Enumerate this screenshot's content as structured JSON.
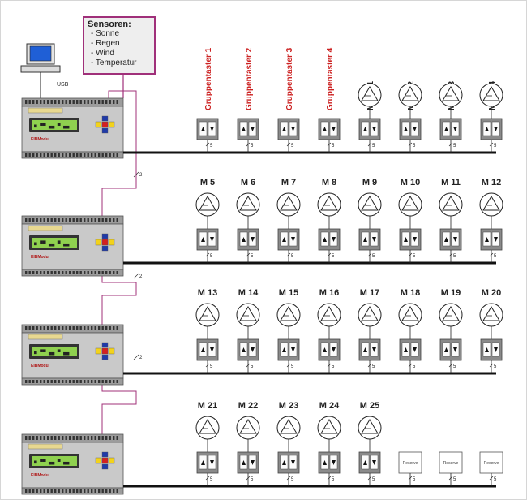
{
  "sensors": {
    "title": "Sensoren:",
    "items": [
      "- Sonne",
      "- Regen",
      "- Wind",
      "- Temperatur"
    ]
  },
  "usb_label": "USB",
  "bus_cable_label": "2",
  "motor_cable_label": "5",
  "controller_display_text": "■ ▀▀ ▄▄ ▀ ▄▄",
  "controller_brand": "EIBModul",
  "rows": [
    {
      "labels": [
        "Gruppentaster 1",
        "Gruppentaster 2",
        "Gruppentaster 3",
        "Gruppentaster 4",
        "Motor 1",
        "Motor 2",
        "Motor 3",
        "Motor 4"
      ],
      "vertical": [
        true,
        true,
        true,
        true,
        true,
        true,
        true,
        true
      ],
      "red": [
        true,
        true,
        true,
        true,
        false,
        false,
        false,
        false
      ],
      "motor": [
        false,
        false,
        false,
        false,
        true,
        true,
        true,
        true
      ],
      "reserve": [
        false,
        false,
        false,
        false,
        false,
        false,
        false,
        false
      ]
    },
    {
      "labels": [
        "M 5",
        "M 6",
        "M 7",
        "M 8",
        "M 9",
        "M 10",
        "M 11",
        "M 12"
      ],
      "vertical": [
        false,
        false,
        false,
        false,
        false,
        false,
        false,
        false
      ],
      "red": [
        false,
        false,
        false,
        false,
        false,
        false,
        false,
        false
      ],
      "motor": [
        true,
        true,
        true,
        true,
        true,
        true,
        true,
        true
      ],
      "reserve": [
        false,
        false,
        false,
        false,
        false,
        false,
        false,
        false
      ]
    },
    {
      "labels": [
        "M 13",
        "M 14",
        "M 15",
        "M 16",
        "M 17",
        "M 18",
        "M 19",
        "M 20"
      ],
      "vertical": [
        false,
        false,
        false,
        false,
        false,
        false,
        false,
        false
      ],
      "red": [
        false,
        false,
        false,
        false,
        false,
        false,
        false,
        false
      ],
      "motor": [
        true,
        true,
        true,
        true,
        true,
        true,
        true,
        true
      ],
      "reserve": [
        false,
        false,
        false,
        false,
        false,
        false,
        false,
        false
      ]
    },
    {
      "labels": [
        "M 21",
        "M 22",
        "M 23",
        "M 24",
        "M 25",
        "",
        "",
        ""
      ],
      "vertical": [
        false,
        false,
        false,
        false,
        false,
        false,
        false,
        false
      ],
      "red": [
        false,
        false,
        false,
        false,
        false,
        false,
        false,
        false
      ],
      "motor": [
        true,
        true,
        true,
        true,
        true,
        false,
        false,
        false
      ],
      "reserve": [
        false,
        false,
        false,
        false,
        false,
        true,
        true,
        true
      ]
    }
  ],
  "reserve_label": "Reserve",
  "colors": {
    "bus_line": "#a0307a",
    "group_button_label": "#cc2222",
    "rail": "#111111",
    "switch_body": "#8a8a8a",
    "controller_body": "#c9c9c9",
    "lcd": "#8fd14f"
  }
}
